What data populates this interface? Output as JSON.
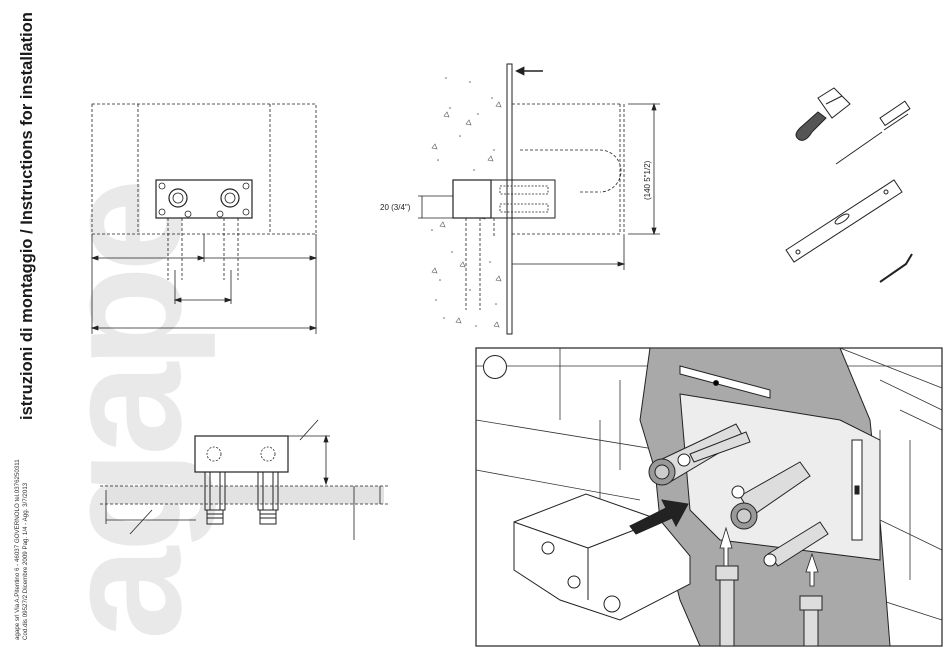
{
  "document": {
    "title": "istruzioni di montaggio / Instructions for installation",
    "brand_watermark": "agape",
    "footer_line1": "agape srl    Via A.Pitentino 6 - 46037 GOVERNOLO tel.0376250311",
    "footer_line2": "Cod.dis 09527/2 Dicembre 2009 Pag. 1/4 - Agg. 3/7/2013"
  },
  "dimensions": {
    "pipe_size": "20 (3/4\")",
    "depth": "(140 5\"1/2)"
  },
  "tools": [
    "putty-knife-icon",
    "screwdriver-icon",
    "spirit-level-icon",
    "allen-key-icon"
  ],
  "colors": {
    "line": "#222222",
    "wall_gray": "#a9a9a9",
    "watermark": "#e9e9e9"
  }
}
